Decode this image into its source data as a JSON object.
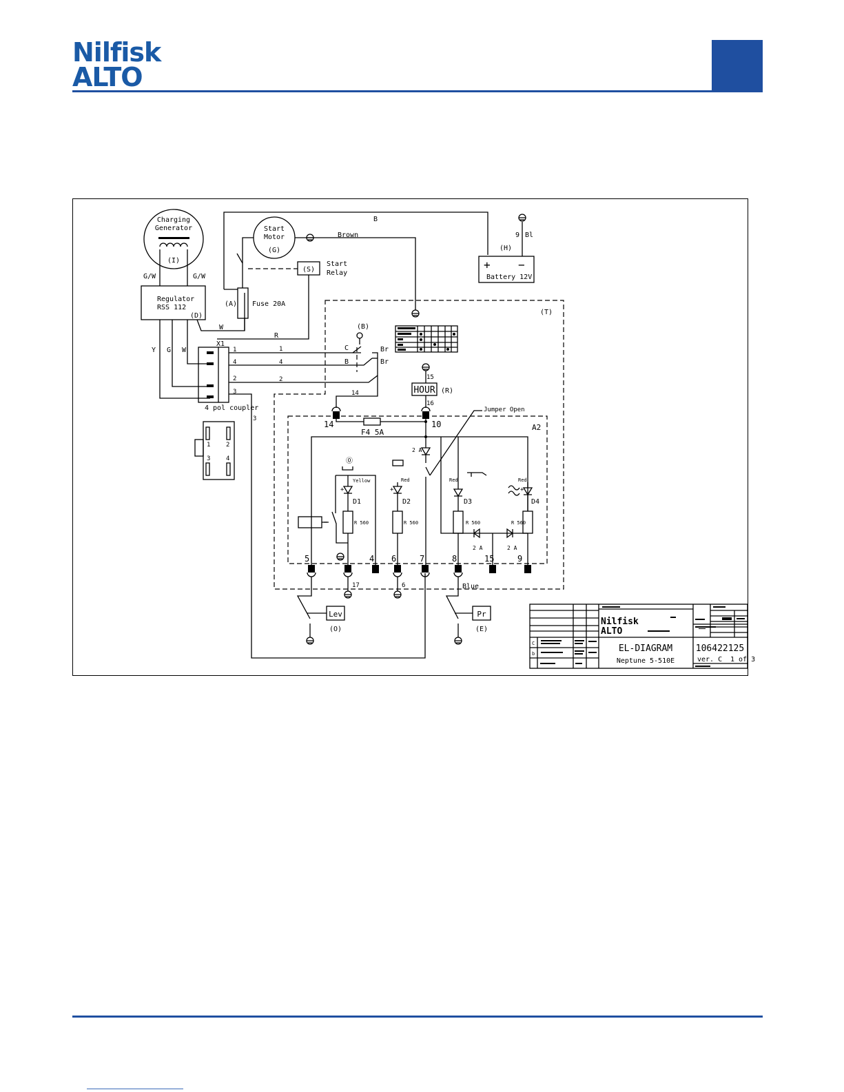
{
  "logo": {
    "line1": "Nilfisk",
    "line2": "ALTO"
  },
  "diagram": {
    "generator": {
      "line1": "Charging",
      "line2": "Generator",
      "ref": "(I)"
    },
    "start_motor": {
      "line1": "Start",
      "line2": "Motor",
      "ref": "(G)"
    },
    "start_relay": {
      "ref": "(S)",
      "line1": "Start",
      "line2": "Relay"
    },
    "battery": {
      "ref": "(H)",
      "label": "Battery 12V",
      "plus": "+",
      "minus": "−",
      "wire": "9",
      "wire2": "Bl"
    },
    "fuse": {
      "ref": "(A)",
      "label": "Fuse 20A"
    },
    "regulator": {
      "line1": "Regulator",
      "line2": "RSS 112",
      "ref": "(D)"
    },
    "wires": {
      "B": "B",
      "Brown": "Brown",
      "W": "W",
      "R": "R",
      "GW": "G/W",
      "Y": "Y",
      "G": "G",
      "Br": "Br",
      "Blue": "Blue"
    },
    "coupler": {
      "x1": "X1",
      "label": "4 pol coupler",
      "pins": [
        "1",
        "4",
        "2",
        "3"
      ],
      "wire_nums": [
        "1",
        "4",
        "2",
        "3"
      ],
      "grid": [
        "1",
        "2",
        "3",
        "4"
      ]
    },
    "key_switch": {
      "ref": "(B)",
      "c": "C",
      "b": "B"
    },
    "panel": {
      "ref": "(T)",
      "a2": "A2"
    },
    "hour_meter": {
      "label": "HOUR",
      "ref": "(R)",
      "in": "15",
      "out": "16"
    },
    "fuse_f4": {
      "label": "F4 5A"
    },
    "jumper": {
      "label": "Jumper Open"
    },
    "terminals": [
      "14",
      "10",
      "5",
      "4",
      "6",
      "7",
      "8",
      "15",
      "9"
    ],
    "wire14": "14",
    "leds": [
      {
        "name": "D1",
        "color": "Yellow",
        "res": "R 560"
      },
      {
        "name": "D2",
        "color": "Red",
        "res": "R 560"
      },
      {
        "name": "D3",
        "color": "Red",
        "res": "R 560"
      },
      {
        "name": "D4",
        "color": "Red",
        "res": "R 560"
      }
    ],
    "diode_labels": [
      "2 A",
      "2 A",
      "2 A"
    ],
    "gnd_nums": [
      "17",
      "6"
    ],
    "lev": {
      "label": "Lev",
      "ref": "(O)"
    },
    "pr": {
      "label": "Pr",
      "ref": "(E)"
    }
  },
  "title_block": {
    "logo1": "Nilfisk",
    "logo2": "ALTO",
    "title": "EL-DIAGRAM",
    "subtitle": "Neptune 5-510E",
    "number": "106422125",
    "version": "ver. C",
    "sheet": "1 of 3",
    "rev_c": "C",
    "rev_b": "b"
  }
}
